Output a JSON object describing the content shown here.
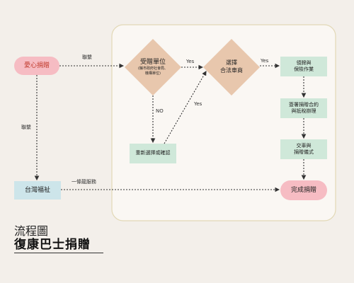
{
  "title": {
    "line1": "流程圖",
    "line2": "復康巴士捐贈"
  },
  "nodes": {
    "donor": "愛心捐贈",
    "recipient_title": "受贈單位",
    "recipient_sub1": "(縣市政府社會局、",
    "recipient_sub2": "機構單位)",
    "vendor_line1": "選擇",
    "vendor_line2": "合法車商",
    "plate_line1": "領牌與",
    "plate_line2": "保險作業",
    "contract_line1": "簽署捐贈合約",
    "contract_line2": "與抵稅辦理",
    "delivery_line1": "交車與",
    "delivery_line2": "捐贈儀式",
    "complete": "完成捐贈",
    "reselect": "重新選擇或確認",
    "taiwan_welfare": "台灣福祉"
  },
  "edge_labels": {
    "contact_top": "聯繫",
    "contact_left": "聯繫",
    "yes_recipient": "Yes",
    "yes_vendor": "Yes",
    "no": "NO",
    "yes_reselect": "Yes",
    "one_stop": "一條龍服務"
  },
  "colors": {
    "background": "#f3efea",
    "panel": "#faf7f3",
    "panel_border": "#e2d8b6",
    "pink": "#f6bcc3",
    "diamond": "#e8c7ad",
    "green": "#cfe8d9",
    "blue": "#cde5ea",
    "line": "#333333"
  }
}
